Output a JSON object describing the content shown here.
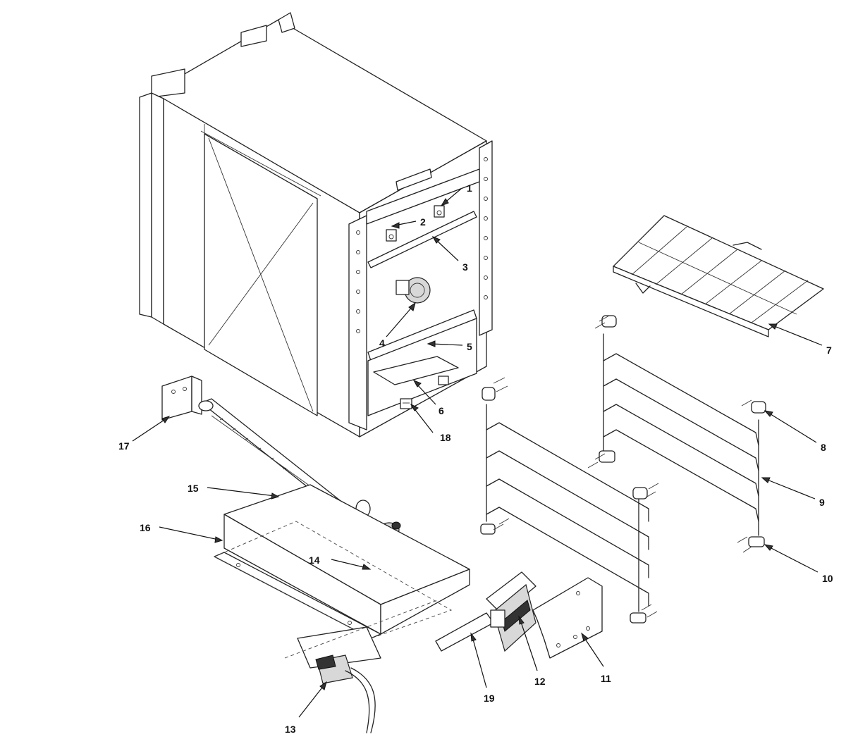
{
  "callouts": [
    {
      "id": "1",
      "text": "1"
    },
    {
      "id": "2",
      "text": "2"
    },
    {
      "id": "3",
      "text": "3"
    },
    {
      "id": "4",
      "text": "4"
    },
    {
      "id": "5",
      "text": "5"
    },
    {
      "id": "6",
      "text": "6"
    },
    {
      "id": "7",
      "text": "7"
    },
    {
      "id": "8",
      "text": "8"
    },
    {
      "id": "9",
      "text": "9"
    },
    {
      "id": "10",
      "text": "10"
    },
    {
      "id": "11",
      "text": "11"
    },
    {
      "id": "12",
      "text": "12"
    },
    {
      "id": "13",
      "text": "13"
    },
    {
      "id": "14",
      "text": "14"
    },
    {
      "id": "15",
      "text": "15"
    },
    {
      "id": "16",
      "text": "16"
    },
    {
      "id": "17",
      "text": "17"
    },
    {
      "id": "18",
      "text": "18"
    },
    {
      "id": "19",
      "text": "19"
    }
  ],
  "colors": {
    "line": "#222222",
    "background": "#ffffff"
  }
}
